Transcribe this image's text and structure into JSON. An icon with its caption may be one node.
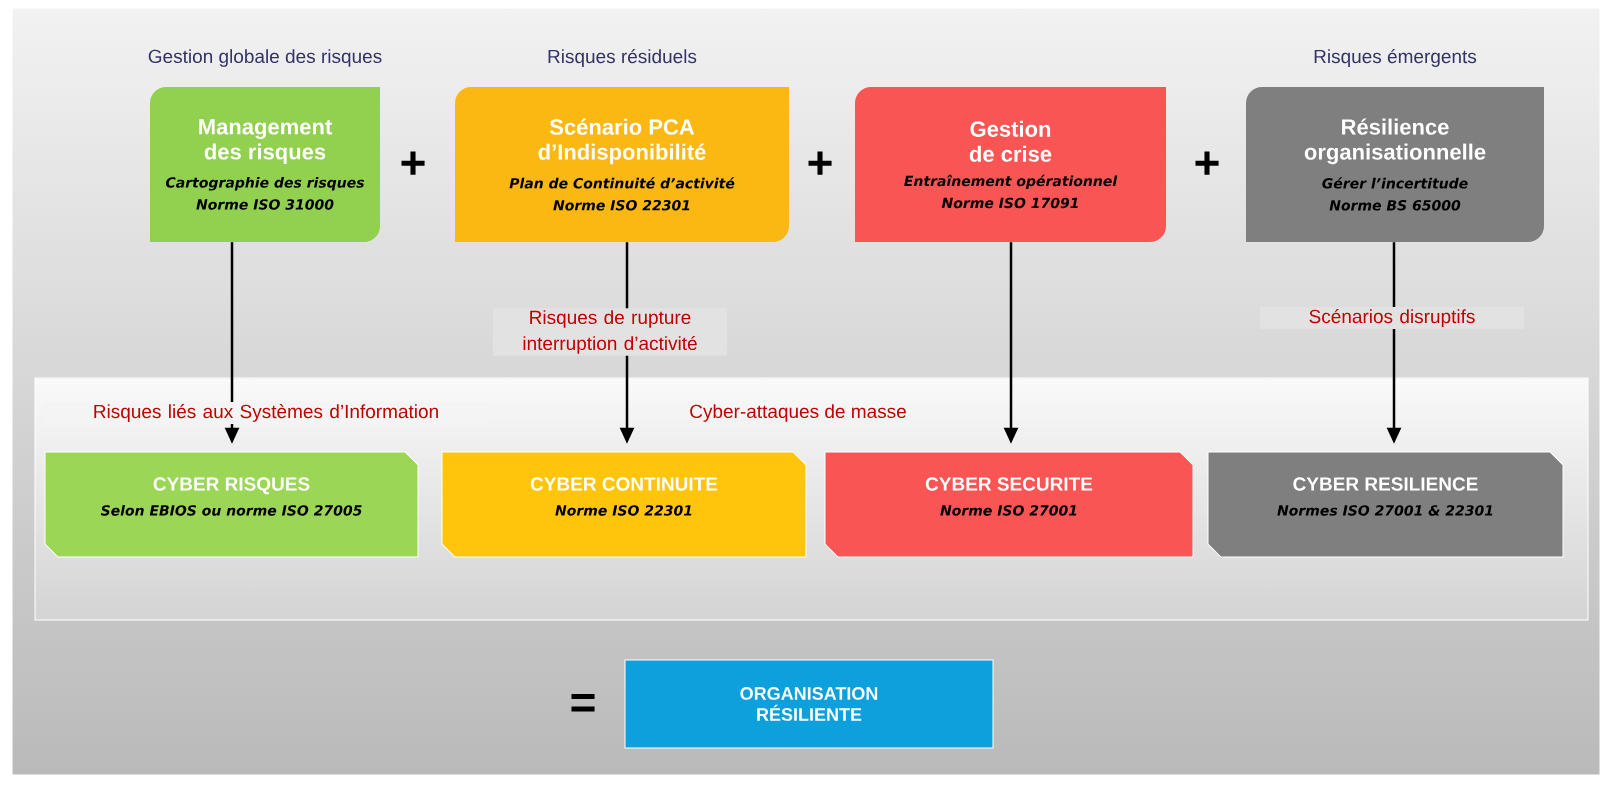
{
  "diagram": {
    "nodes": [
      {
        "text": [
          "Gestion globale des risques",
          "Management des risques",
          "Cartographie des risques",
          "Norme ISO 31000"
        ]
      },
      {
        "text": [
          "Risques résiduels",
          "Scénario PCA d’Indisponibilité",
          "Plan de Continuité d’activité",
          "Norme ISO 22301"
        ]
      },
      {
        "text": [
          "Gestion de crise",
          "Entraînement opérationnel",
          "Norme ISO 17091"
        ]
      },
      {
        "text": [
          "Risques émergents",
          "Résilience organisationnelle",
          "Gérer l’incertitude",
          "Norme BS 65000"
        ]
      },
      {
        "text": [
          "CYBER RISQUES",
          "Selon EBIOS ou norme ISO 27005"
        ]
      },
      {
        "text": [
          "CYBER CONTINUITE",
          "Norme ISO 22301"
        ]
      },
      {
        "text": [
          "CYBER SECURITE",
          "Norme ISO 27001"
        ]
      },
      {
        "text": [
          "CYBER RESILIENCE",
          "Normes ISO 27001 & 22301"
        ]
      },
      {
        "text": [
          "ORGANISATION RÉSILIENTE"
        ]
      }
    ],
    "edges": [
      {
        "from": 0,
        "to": 4,
        "arrow": "to",
        "label": "Risques liés aux Systèmes d’Information"
      },
      {
        "from": 1,
        "to": 5,
        "arrow": "to",
        "label": "Risques de rupture interruption d’activité"
      },
      {
        "from": 2,
        "to": 6,
        "arrow": "to"
      },
      {
        "from": 3,
        "to": 7,
        "arrow": "to",
        "label": "Scénarios disruptifs"
      }
    ],
    "labels": [
      "+",
      "+",
      "+",
      "Cyber-attaques de masse",
      "="
    ]
  }
}
